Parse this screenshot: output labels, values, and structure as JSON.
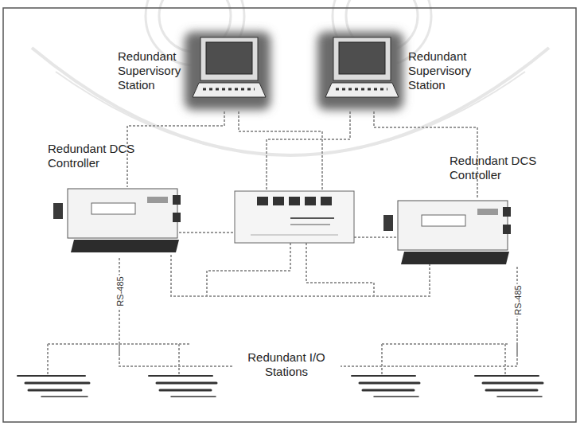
{
  "diagram": {
    "nodes": [
      {
        "text": [
          "Redundant Supervisory Station"
        ]
      },
      {
        "text": [
          "Redundant Supervisory Station"
        ]
      },
      {
        "text": [
          "Redundant DCS Controller"
        ]
      },
      {
        "text": [
          "Redundant DCS Controller"
        ]
      },
      {
        "text": [
          "Redundant I/O Stations"
        ]
      }
    ],
    "edges": [
      {
        "from": 2,
        "to": 4,
        "arrow": "none",
        "label": "RS-485"
      },
      {
        "from": 3,
        "to": 4,
        "arrow": "none",
        "label": "RS-485"
      }
    ]
  }
}
